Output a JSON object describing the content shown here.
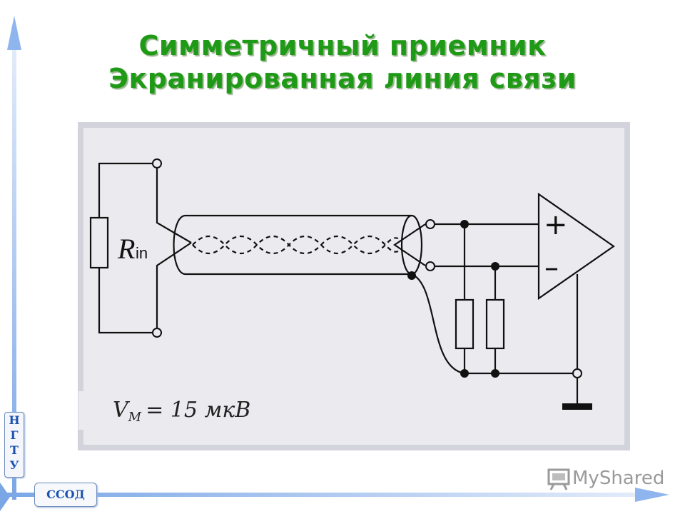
{
  "title": {
    "line1": "Симметричный приемник",
    "line2": "Экранированная линия связи"
  },
  "diagram": {
    "resistor_label": "R",
    "resistor_label_sub": "in",
    "plus_sign": "+",
    "minus_sign": "–",
    "vm_label": "V",
    "vm_sub": "M",
    "vm_value": "= 15 мкВ"
  },
  "side_tab": [
    "Н",
    "Г",
    "Т",
    "У"
  ],
  "bottom_tab": "ССОД",
  "logo": "MyShared",
  "colors": {
    "title": "#1f9a16",
    "tab_text": "#1a52b0",
    "panel_bg": "#ebebef",
    "panel_border": "#d6d6de"
  }
}
